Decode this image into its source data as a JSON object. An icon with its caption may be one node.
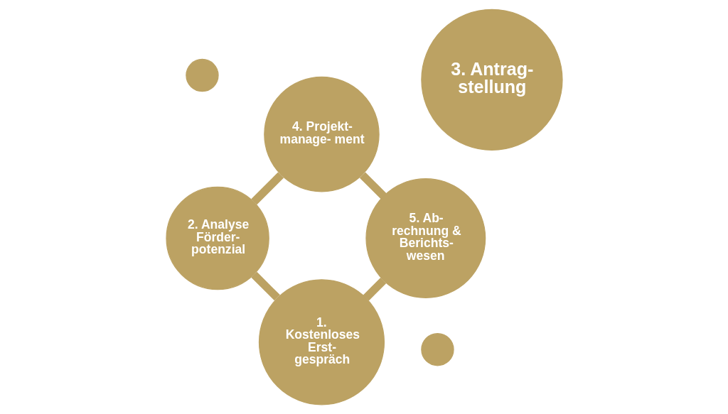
{
  "diagram": {
    "nodes": [
      {
        "text": [
          "1. Kostenloses Erst- gespräch"
        ]
      },
      {
        "text": [
          "2. Analyse Förder- potenzial"
        ]
      },
      {
        "text": [
          "3. Antrag- stellung"
        ]
      },
      {
        "text": [
          "4. Projekt- manage- ment"
        ]
      },
      {
        "text": [
          "5. Ab- rechnung & Berichts- wesen"
        ]
      },
      {
        "text": [],
        "shape": "circle"
      },
      {
        "text": [],
        "shape": "circle"
      }
    ],
    "edges": [
      {
        "from": 0,
        "to": 1,
        "arrow": "none"
      },
      {
        "from": 1,
        "to": 3,
        "arrow": "none"
      },
      {
        "from": 3,
        "to": 4,
        "arrow": "none"
      },
      {
        "from": 4,
        "to": 0,
        "arrow": "none"
      }
    ]
  }
}
